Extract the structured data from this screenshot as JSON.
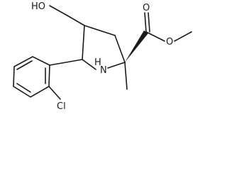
{
  "molecule": {
    "atom_labels": {
      "ho": "HO",
      "o_carbonyl": "O",
      "o_ester": "O",
      "nh": "H",
      "n": "N",
      "cl": "Cl"
    }
  }
}
